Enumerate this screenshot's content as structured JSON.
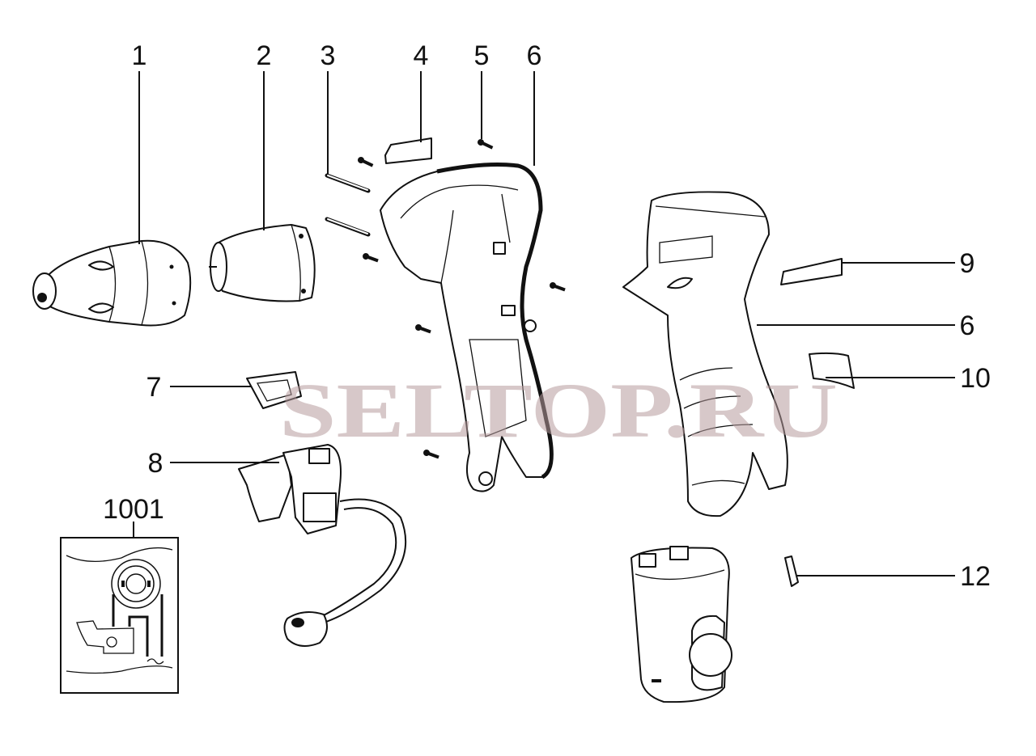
{
  "diagram": {
    "title": "Exploded parts diagram — cordless screwdriver",
    "callouts": [
      {
        "id": "1",
        "part": "chuck"
      },
      {
        "id": "2",
        "part": "motor"
      },
      {
        "id": "3",
        "part": "pin"
      },
      {
        "id": "4",
        "part": "label"
      },
      {
        "id": "5",
        "part": "screw"
      },
      {
        "id": "6",
        "part": "housing-left"
      },
      {
        "id": "9",
        "part": "label"
      },
      {
        "id": "6",
        "part": "housing-right"
      },
      {
        "id": "10",
        "part": "label"
      },
      {
        "id": "7",
        "part": "switch-cover"
      },
      {
        "id": "8",
        "part": "switch"
      },
      {
        "id": "12",
        "part": "clip"
      },
      {
        "id": "1001",
        "part": "wiring-diagram"
      }
    ],
    "watermark": "SELTOP.RU",
    "colors": {
      "line": "#111111",
      "watermark": "#b79a9c"
    }
  }
}
